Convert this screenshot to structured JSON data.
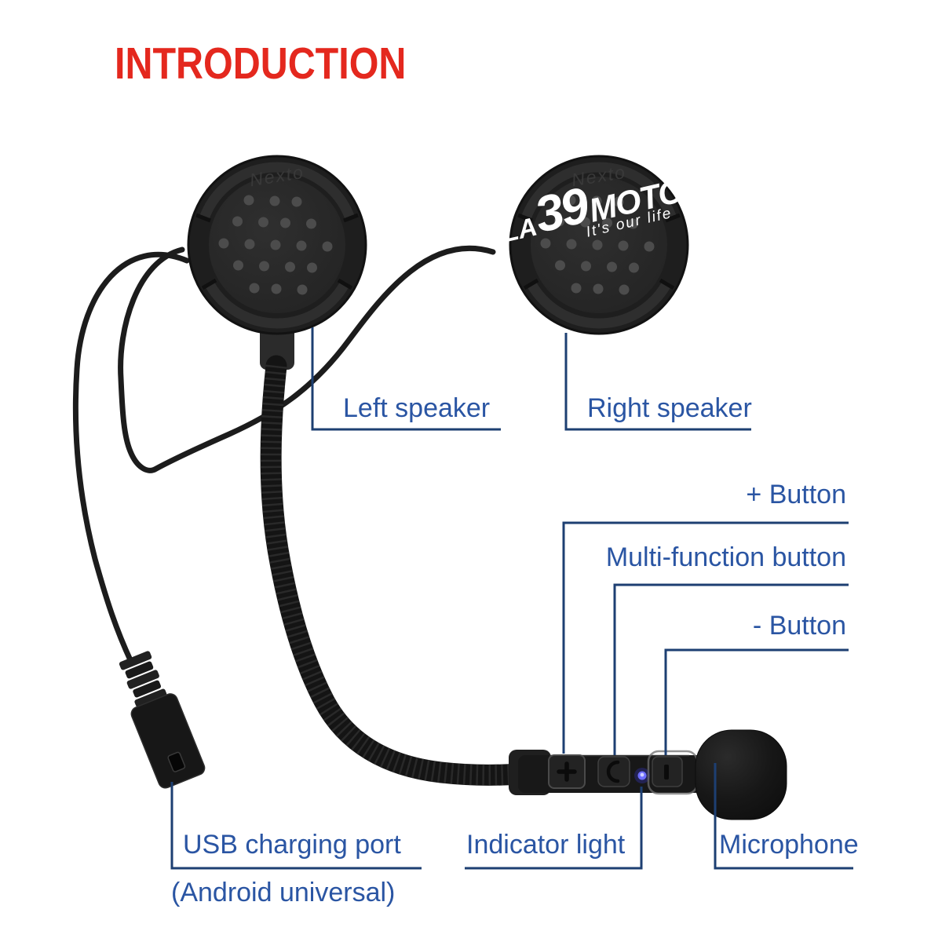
{
  "title": "INTRODUCTION",
  "colors": {
    "accent_red": "#e4281e",
    "label_blue": "#2a55a3",
    "callout_navy": "#1d3f72",
    "led_blue": "#6d6dff",
    "device_black": "#1e1e1e"
  },
  "speakers": {
    "rim_brand": "Nexto",
    "logo": {
      "prefix": "LA",
      "number": "39",
      "name": "MOTORS",
      "tagline": "It's our life"
    }
  },
  "labels": {
    "left_speaker": "Left speaker",
    "right_speaker": "Right speaker",
    "plus_button": "+ Button",
    "multi_function": "Multi-function button",
    "minus_button": "- Button",
    "usb_port": "USB charging port",
    "usb_note": "(Android universal)",
    "indicator": "Indicator light",
    "microphone": "Microphone"
  }
}
